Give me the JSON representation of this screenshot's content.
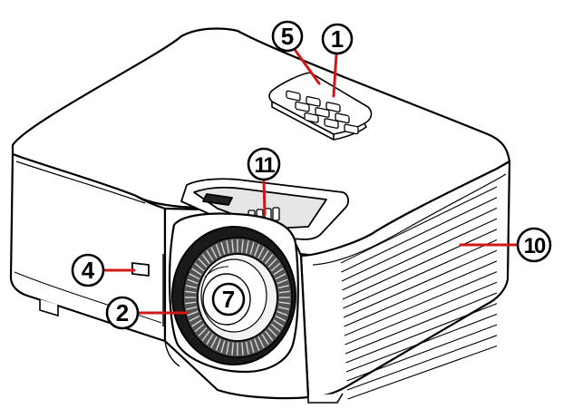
{
  "callouts": [
    {
      "id": "callout-1",
      "label": "1"
    },
    {
      "id": "callout-2",
      "label": "2"
    },
    {
      "id": "callout-4",
      "label": "4"
    },
    {
      "id": "callout-5",
      "label": "5"
    },
    {
      "id": "callout-7",
      "label": "7"
    },
    {
      "id": "callout-10",
      "label": "10"
    },
    {
      "id": "callout-11",
      "label": "11"
    }
  ],
  "colors": {
    "outline": "#000000",
    "leader": "#d01818",
    "body_fill": "#ffffff"
  }
}
